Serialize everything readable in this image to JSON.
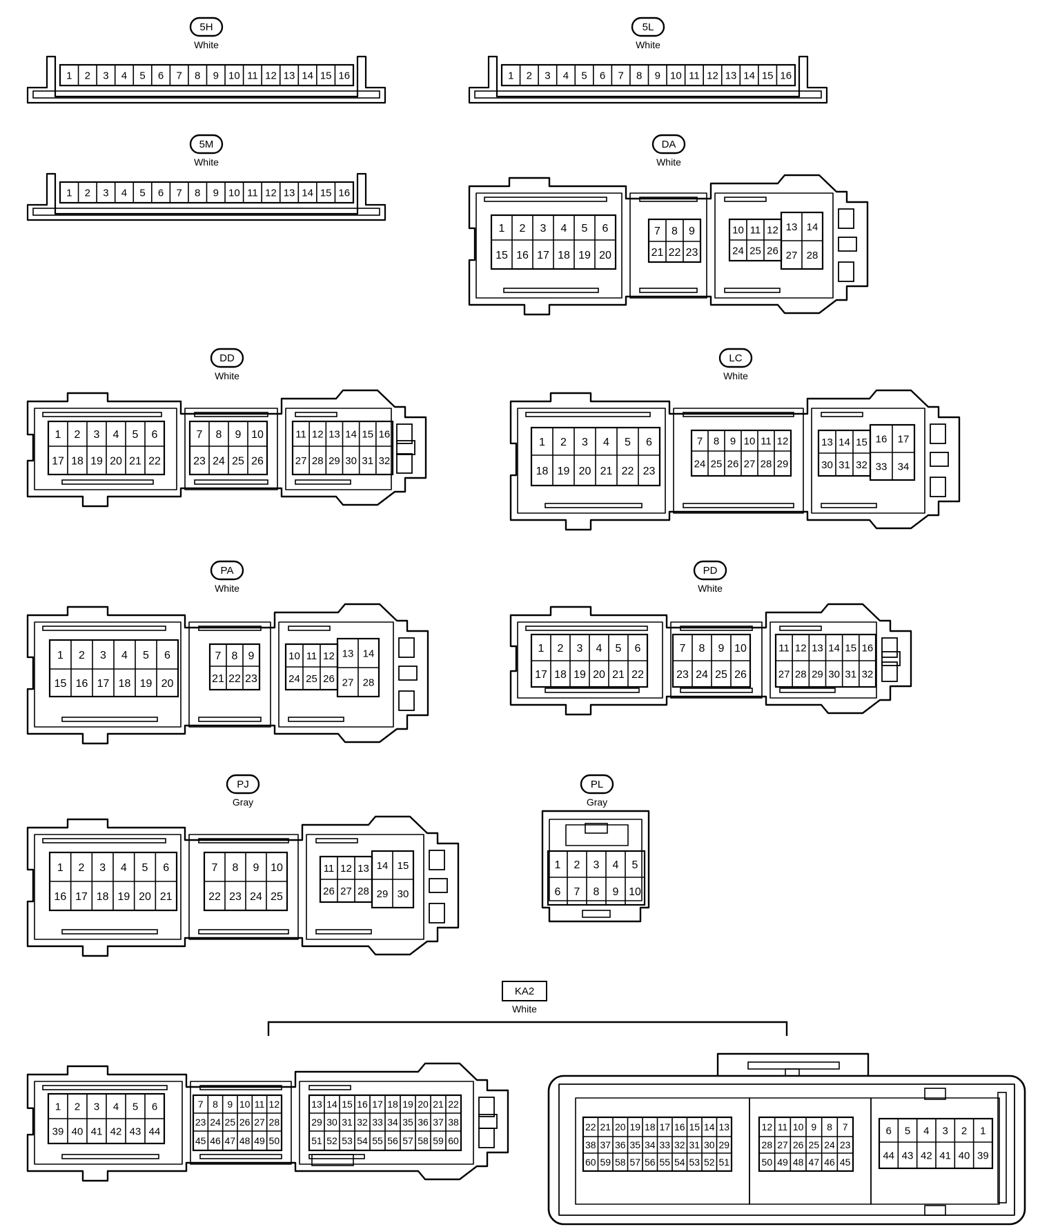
{
  "connectors": [
    {
      "id": "5H",
      "label": "5H",
      "color": "White",
      "groups": [
        {
          "rows": [
            [
              "1",
              "2",
              "3",
              "4",
              "5",
              "6",
              "7",
              "8",
              "9",
              "10",
              "11",
              "12",
              "13",
              "14",
              "15",
              "16"
            ]
          ]
        }
      ]
    },
    {
      "id": "5L",
      "label": "5L",
      "color": "White",
      "groups": [
        {
          "rows": [
            [
              "1",
              "2",
              "3",
              "4",
              "5",
              "6",
              "7",
              "8",
              "9",
              "10",
              "11",
              "12",
              "13",
              "14",
              "15",
              "16"
            ]
          ]
        }
      ]
    },
    {
      "id": "5M",
      "label": "5M",
      "color": "White",
      "groups": [
        {
          "rows": [
            [
              "1",
              "2",
              "3",
              "4",
              "5",
              "6",
              "7",
              "8",
              "9",
              "10",
              "11",
              "12",
              "13",
              "14",
              "15",
              "16"
            ]
          ]
        }
      ]
    },
    {
      "id": "DA",
      "label": "DA",
      "color": "White",
      "groups": [
        {
          "rows": [
            [
              "1",
              "2",
              "3",
              "4",
              "5",
              "6"
            ],
            [
              "15",
              "16",
              "17",
              "18",
              "19",
              "20"
            ]
          ]
        },
        {
          "rows": [
            [
              "7",
              "8",
              "9"
            ],
            [
              "21",
              "22",
              "23"
            ]
          ]
        },
        {
          "rows": [
            [
              "10",
              "11",
              "12",
              "13",
              "14"
            ],
            [
              "24",
              "25",
              "26",
              "27",
              "28"
            ]
          ]
        }
      ]
    },
    {
      "id": "DD",
      "label": "DD",
      "color": "White",
      "groups": [
        {
          "rows": [
            [
              "1",
              "2",
              "3",
              "4",
              "5",
              "6"
            ],
            [
              "17",
              "18",
              "19",
              "20",
              "21",
              "22"
            ]
          ]
        },
        {
          "rows": [
            [
              "7",
              "8",
              "9",
              "10"
            ],
            [
              "23",
              "24",
              "25",
              "26"
            ]
          ]
        },
        {
          "rows": [
            [
              "11",
              "12",
              "13",
              "14",
              "15",
              "16"
            ],
            [
              "27",
              "28",
              "29",
              "30",
              "31",
              "32"
            ]
          ]
        }
      ]
    },
    {
      "id": "LC",
      "label": "LC",
      "color": "White",
      "groups": [
        {
          "rows": [
            [
              "1",
              "2",
              "3",
              "4",
              "5",
              "6"
            ],
            [
              "18",
              "19",
              "20",
              "21",
              "22",
              "23"
            ]
          ]
        },
        {
          "rows": [
            [
              "7",
              "8",
              "9",
              "10",
              "11",
              "12"
            ],
            [
              "24",
              "25",
              "26",
              "27",
              "28",
              "29"
            ]
          ]
        },
        {
          "rows": [
            [
              "13",
              "14",
              "15",
              "16",
              "17"
            ],
            [
              "30",
              "31",
              "32",
              "33",
              "34"
            ]
          ]
        }
      ]
    },
    {
      "id": "PA",
      "label": "PA",
      "color": "White",
      "groups": [
        {
          "rows": [
            [
              "1",
              "2",
              "3",
              "4",
              "5",
              "6"
            ],
            [
              "15",
              "16",
              "17",
              "18",
              "19",
              "20"
            ]
          ]
        },
        {
          "rows": [
            [
              "7",
              "8",
              "9"
            ],
            [
              "21",
              "22",
              "23"
            ]
          ]
        },
        {
          "rows": [
            [
              "10",
              "11",
              "12",
              "13",
              "14"
            ],
            [
              "24",
              "25",
              "26",
              "27",
              "28"
            ]
          ]
        }
      ]
    },
    {
      "id": "PD",
      "label": "PD",
      "color": "White",
      "groups": [
        {
          "rows": [
            [
              "1",
              "2",
              "3",
              "4",
              "5",
              "6"
            ],
            [
              "17",
              "18",
              "19",
              "20",
              "21",
              "22"
            ]
          ]
        },
        {
          "rows": [
            [
              "7",
              "8",
              "9",
              "10"
            ],
            [
              "23",
              "24",
              "25",
              "26"
            ]
          ]
        },
        {
          "rows": [
            [
              "11",
              "12",
              "13",
              "14",
              "15",
              "16"
            ],
            [
              "27",
              "28",
              "29",
              "30",
              "31",
              "32"
            ]
          ]
        }
      ]
    },
    {
      "id": "PJ",
      "label": "PJ",
      "color": "Gray",
      "groups": [
        {
          "rows": [
            [
              "1",
              "2",
              "3",
              "4",
              "5",
              "6"
            ],
            [
              "16",
              "17",
              "18",
              "19",
              "20",
              "21"
            ]
          ]
        },
        {
          "rows": [
            [
              "7",
              "8",
              "9",
              "10"
            ],
            [
              "22",
              "23",
              "24",
              "25"
            ]
          ]
        },
        {
          "rows": [
            [
              "11",
              "12",
              "13",
              "14",
              "15"
            ],
            [
              "26",
              "27",
              "28",
              "29",
              "30"
            ]
          ]
        }
      ]
    },
    {
      "id": "PL",
      "label": "PL",
      "color": "Gray",
      "groups": [
        {
          "rows": [
            [
              "1",
              "2",
              "3",
              "4",
              "5"
            ],
            [
              "6",
              "7",
              "8",
              "9",
              "10"
            ]
          ]
        }
      ]
    },
    {
      "id": "KA2-left",
      "label": "KA2",
      "color": "White",
      "groups": [
        {
          "rows": [
            [
              "1",
              "2",
              "3",
              "4",
              "5",
              "6"
            ],
            [
              "39",
              "40",
              "41",
              "42",
              "43",
              "44"
            ]
          ]
        },
        {
          "rows": [
            [
              "7",
              "8",
              "9",
              "10",
              "11",
              "12"
            ],
            [
              "23",
              "24",
              "25",
              "26",
              "27",
              "28"
            ],
            [
              "45",
              "46",
              "47",
              "48",
              "49",
              "50"
            ]
          ]
        },
        {
          "rows": [
            [
              "13",
              "14",
              "15",
              "16",
              "17",
              "18",
              "19",
              "20",
              "21",
              "22"
            ],
            [
              "29",
              "30",
              "31",
              "32",
              "33",
              "34",
              "35",
              "36",
              "37",
              "38"
            ],
            [
              "51",
              "52",
              "53",
              "54",
              "55",
              "56",
              "57",
              "58",
              "59",
              "60"
            ]
          ]
        }
      ]
    },
    {
      "id": "KA2-right",
      "label": "",
      "color": "",
      "groups": [
        {
          "rows": [
            [
              "22",
              "21",
              "20",
              "19",
              "18",
              "17",
              "16",
              "15",
              "14",
              "13"
            ],
            [
              "38",
              "37",
              "36",
              "35",
              "34",
              "33",
              "32",
              "31",
              "30",
              "29"
            ],
            [
              "60",
              "59",
              "58",
              "57",
              "56",
              "55",
              "54",
              "53",
              "52",
              "51"
            ]
          ]
        },
        {
          "rows": [
            [
              "12",
              "11",
              "10",
              "9",
              "8",
              "7"
            ],
            [
              "28",
              "27",
              "26",
              "25",
              "24",
              "23"
            ],
            [
              "50",
              "49",
              "48",
              "47",
              "46",
              "45"
            ]
          ]
        },
        {
          "rows": [
            [
              "6",
              "5",
              "4",
              "3",
              "2",
              "1"
            ],
            [
              "44",
              "43",
              "42",
              "41",
              "40",
              "39"
            ]
          ]
        }
      ]
    }
  ]
}
